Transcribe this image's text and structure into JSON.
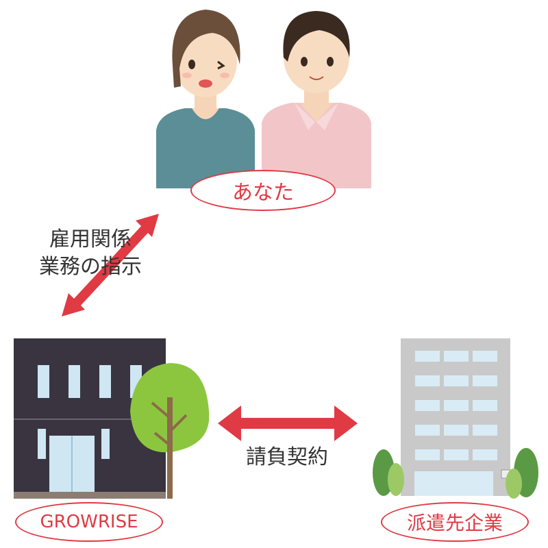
{
  "nodes": {
    "you": {
      "label": "あなた"
    },
    "growrise": {
      "label": "GROWRISE"
    },
    "client": {
      "label": "派遣先企業"
    }
  },
  "relations": {
    "employment": {
      "line1": "雇用関係",
      "line2": "業務の指示"
    },
    "contract": {
      "label": "請負契約"
    }
  },
  "colors": {
    "accent": "#e03a44",
    "growrise_building": "#3a3441",
    "client_building": "#c9c9c9",
    "tree_green": "#8cc63f"
  }
}
